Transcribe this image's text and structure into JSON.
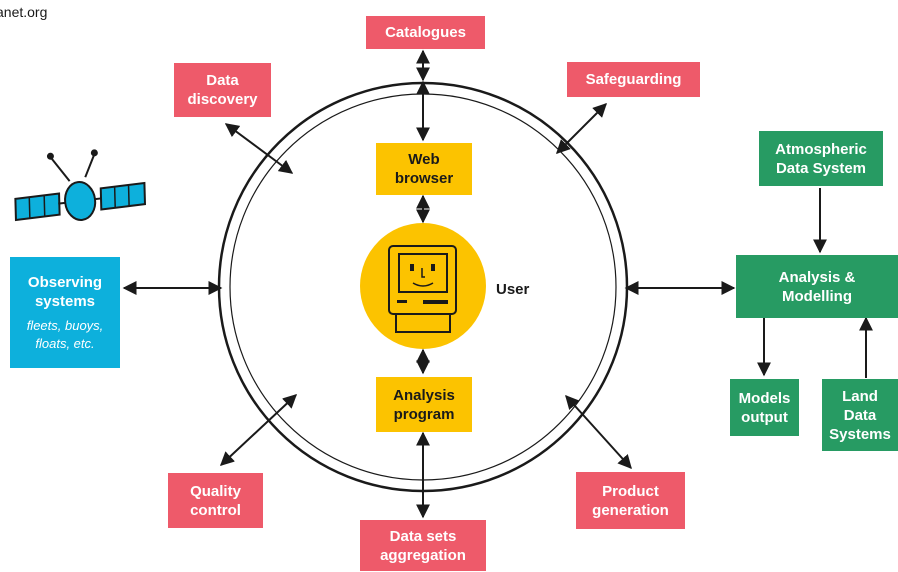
{
  "header": {
    "source_text": "anet.org"
  },
  "diagram": {
    "center": {
      "user_label": "User"
    },
    "inner_nodes": {
      "web_browser": "Web browser",
      "analysis_program": "Analysis program"
    },
    "outer_nodes": {
      "catalogues": "Catalogues",
      "data_discovery": "Data discovery",
      "safeguarding": "Safeguarding",
      "quality_control": "Quality control",
      "data_sets_aggregation": "Data sets aggregation",
      "product_generation": "Product generation"
    },
    "observing": {
      "title": "Observing systems",
      "subtitle": "fleets, buoys, floats, etc."
    },
    "modelling": {
      "atmospheric": "Atmospheric Data System",
      "analysis_modelling": "Analysis & Modelling",
      "models_output": "Models output",
      "land_data": "Land Data Systems"
    }
  },
  "colors": {
    "pink": "#EE5A6A",
    "yellow": "#FCC300",
    "green": "#279B63",
    "blue": "#0DB0DC"
  }
}
